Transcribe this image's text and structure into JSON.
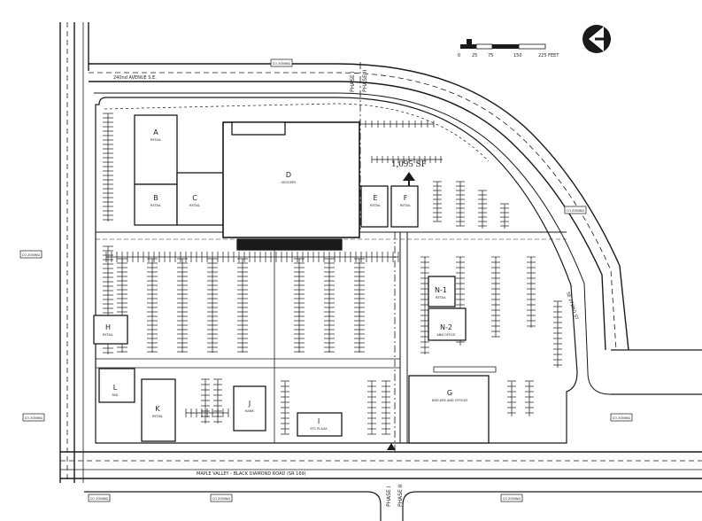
{
  "scale_bar": {
    "ticks": [
      "0",
      "25",
      "75",
      "150",
      "225 FEET"
    ]
  },
  "streets": {
    "north": "240nd AVENUE S.E.",
    "south": "MAPLE VALLEY - BLACK DIAMOND ROAD (SR 169)",
    "east": "SE 272ND ST"
  },
  "phases": {
    "north_1": "PHASE I",
    "north_2": "PHASE II",
    "south_1": "PHASE I",
    "south_2": "PHASE II"
  },
  "callout": "1,095 SF",
  "buildings": [
    {
      "id": "A",
      "use": "RETAIL"
    },
    {
      "id": "B",
      "use": "RETAIL"
    },
    {
      "id": "C",
      "use": "RETAIL"
    },
    {
      "id": "D",
      "use": "GROCERY"
    },
    {
      "id": "E",
      "use": "RETAIL"
    },
    {
      "id": "F",
      "use": "RETAIL"
    },
    {
      "id": "G",
      "use": "DAYCARE AND OFFICES"
    },
    {
      "id": "H",
      "use": "RETAIL"
    },
    {
      "id": "I",
      "use": "ETC PLAZA"
    },
    {
      "id": "J",
      "use": "BANK"
    },
    {
      "id": "K",
      "use": "RETAIL"
    },
    {
      "id": "L",
      "use": "PAD"
    },
    {
      "id": "N-1",
      "use": "RETAIL"
    },
    {
      "id": "N-2",
      "use": "AND OFFICE"
    }
  ],
  "zoning_tags": [
    "CO ZONING",
    "CO ZONING",
    "CO ZONING",
    "CO ZONING",
    "CO ZONING",
    "CO ZONING",
    "CO ZONING",
    "CO ZONING"
  ],
  "colors": {
    "ink": "#1a1a1a",
    "paper": "#ffffff",
    "gray": "#555555"
  }
}
